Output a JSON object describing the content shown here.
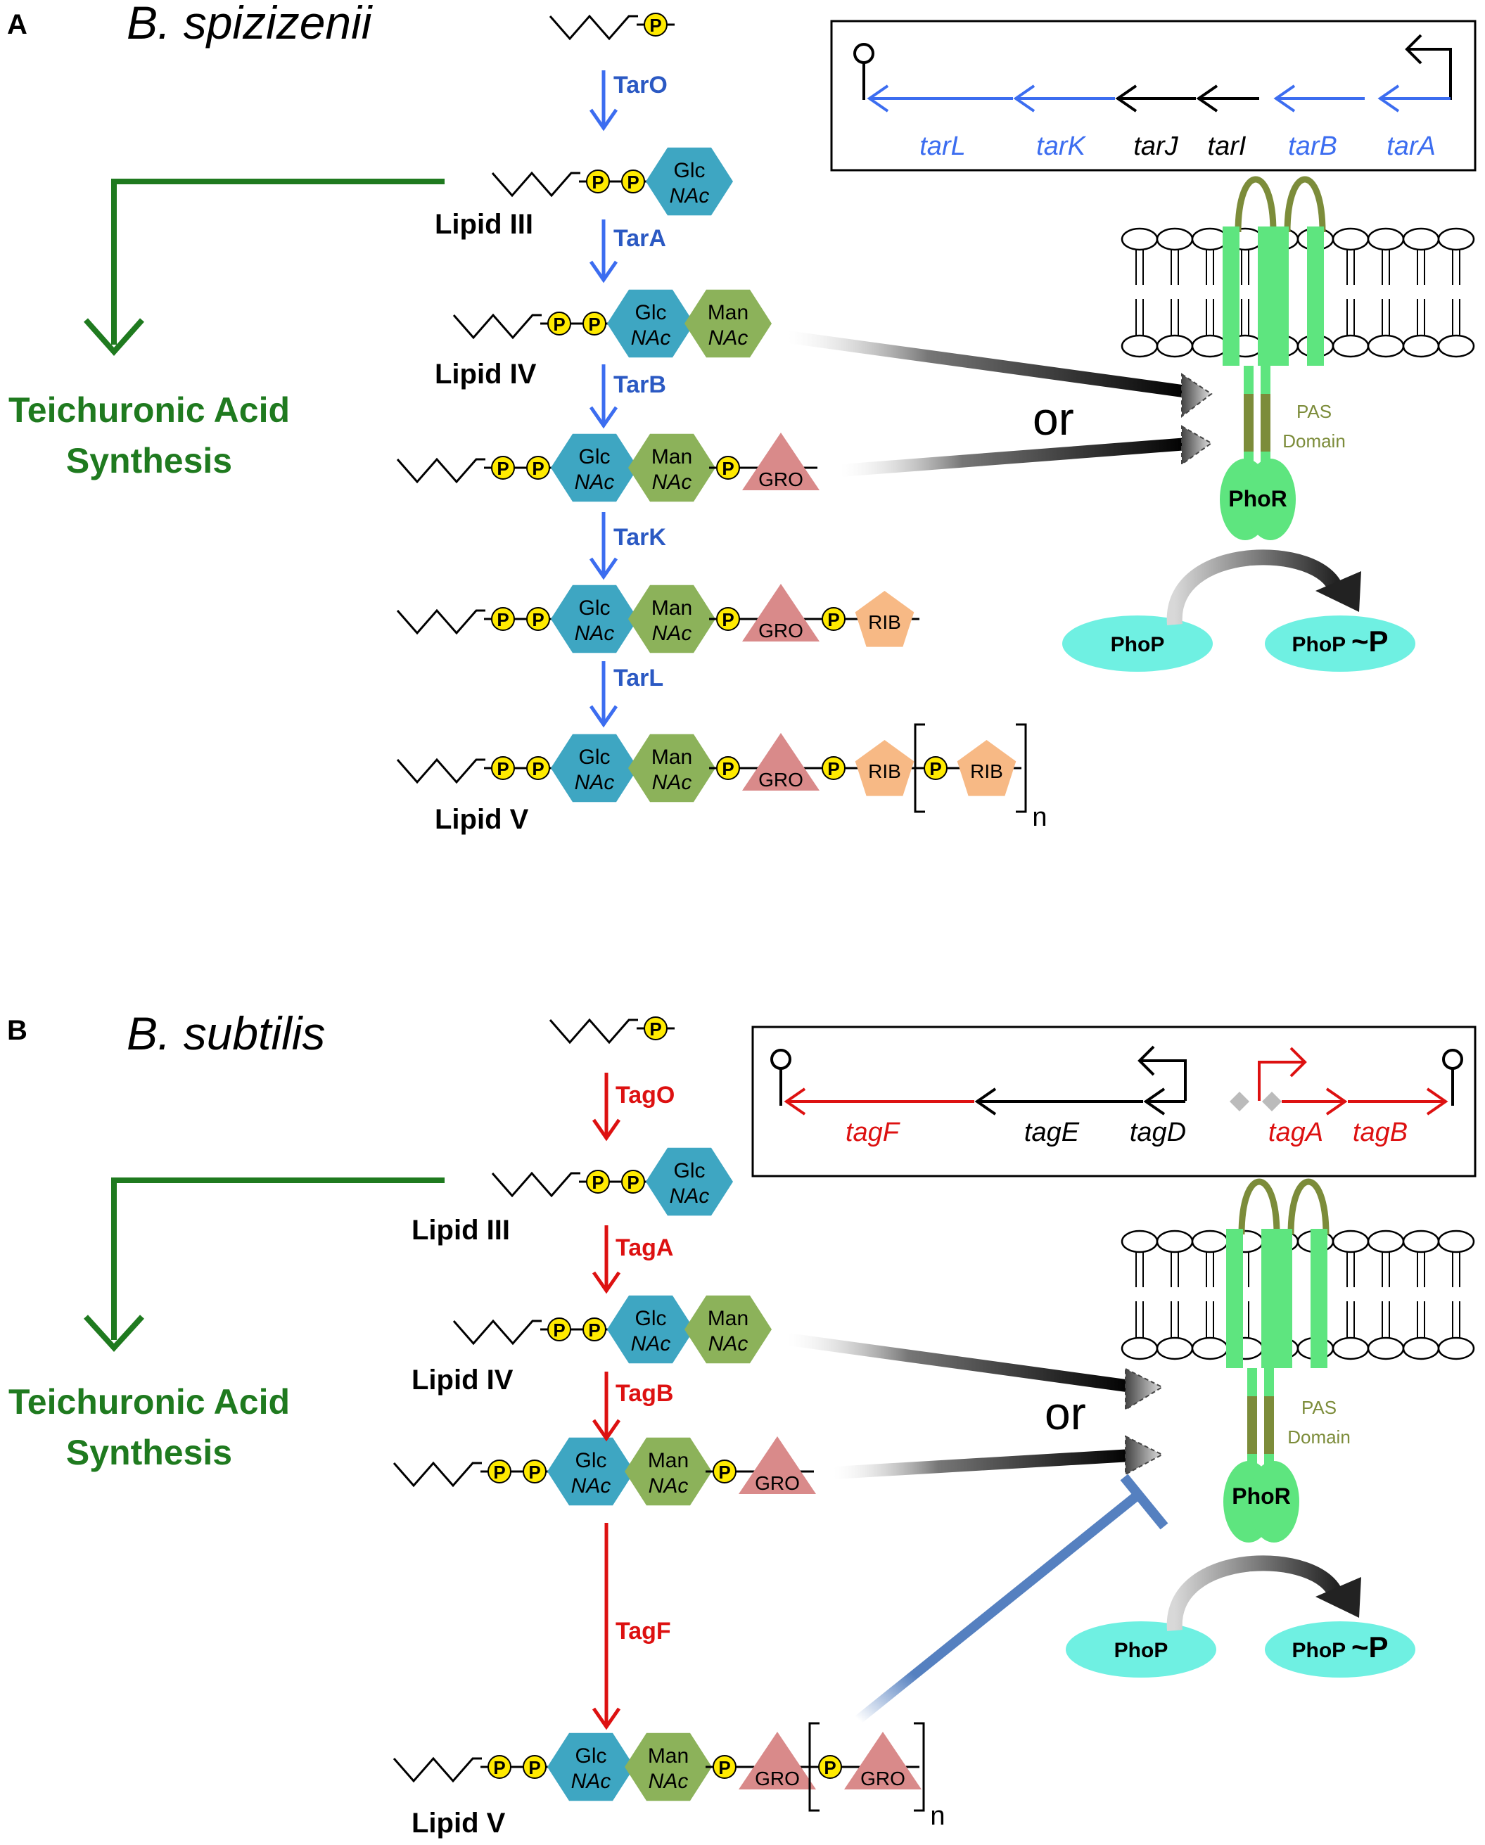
{
  "panels": [
    {
      "letter": "A",
      "organism": "B. spizizenii",
      "steps": [
        {
          "enzyme": "TarO",
          "chain": [
            "P"
          ],
          "label": ""
        },
        {
          "enzyme": "TarA",
          "chain": [
            "P",
            "P",
            "Glc NAc"
          ],
          "label": "Lipid III"
        },
        {
          "enzyme": "TarB",
          "chain": [
            "P",
            "P",
            "Glc NAc",
            "Man NAc"
          ],
          "label": "Lipid IV"
        },
        {
          "enzyme": "TarK",
          "chain": [
            "P",
            "P",
            "Glc NAc",
            "Man NAc",
            "P",
            "GRO"
          ],
          "label": ""
        },
        {
          "enzyme": "TarL",
          "chain": [
            "P",
            "P",
            "Glc NAc",
            "Man NAc",
            "P",
            "GRO",
            "P",
            "RIB"
          ],
          "label": ""
        },
        {
          "enzyme": "",
          "chain": [
            "P",
            "P",
            "Glc NAc",
            "Man NAc",
            "P",
            "GRO",
            "P",
            "RIB",
            "P",
            "RIB"
          ],
          "label": "Lipid V",
          "repeat": "n"
        }
      ],
      "operon": [
        "tarL",
        "tarK",
        "tarJ",
        "tarI",
        "tarB",
        "tarA"
      ],
      "side_branch": [
        "Teichuronic Acid",
        "Synthesis"
      ]
    },
    {
      "letter": "B",
      "organism": "B. subtilis",
      "steps": [
        {
          "enzyme": "TagO",
          "chain": [
            "P"
          ],
          "label": ""
        },
        {
          "enzyme": "TagA",
          "chain": [
            "P",
            "P",
            "Glc NAc"
          ],
          "label": "Lipid III"
        },
        {
          "enzyme": "TagB",
          "chain": [
            "P",
            "P",
            "Glc NAc",
            "Man NAc"
          ],
          "label": "Lipid IV"
        },
        {
          "enzyme": "TagF",
          "chain": [
            "P",
            "P",
            "Glc NAc",
            "Man NAc",
            "P",
            "GRO"
          ],
          "label": ""
        },
        {
          "enzyme": "",
          "chain": [
            "P",
            "P",
            "Glc NAc",
            "Man NAc",
            "P",
            "GRO",
            "P",
            "GRO"
          ],
          "label": "Lipid V",
          "repeat": "n"
        }
      ],
      "operon": [
        "tagF",
        "tagE",
        "tagD",
        "tagA",
        "tagB"
      ],
      "side_branch": [
        "Teichuronic Acid",
        "Synthesis"
      ]
    }
  ],
  "membrane": {
    "or": "or",
    "pas": [
      "PAS",
      "Domain"
    ],
    "phor": "PhoR",
    "phop": "PhoP",
    "phop_p": "PhoP",
    "tilde_p": "~P"
  },
  "colors": {
    "tar_enzyme": "#2b59c3",
    "tar_arrow": "#3c6df0",
    "tag": "#dd1111",
    "branch": "#1f7a1f",
    "glc": "#3ea6c2",
    "man": "#8cb25a",
    "gro": "#d98a8a",
    "rib": "#f7b985",
    "phosphate": "#ffea00",
    "phor": "#5ee57f",
    "phor_dark": "#7c8c3a",
    "phop": "#6ff0e2",
    "inhibit": "#5580c0"
  }
}
